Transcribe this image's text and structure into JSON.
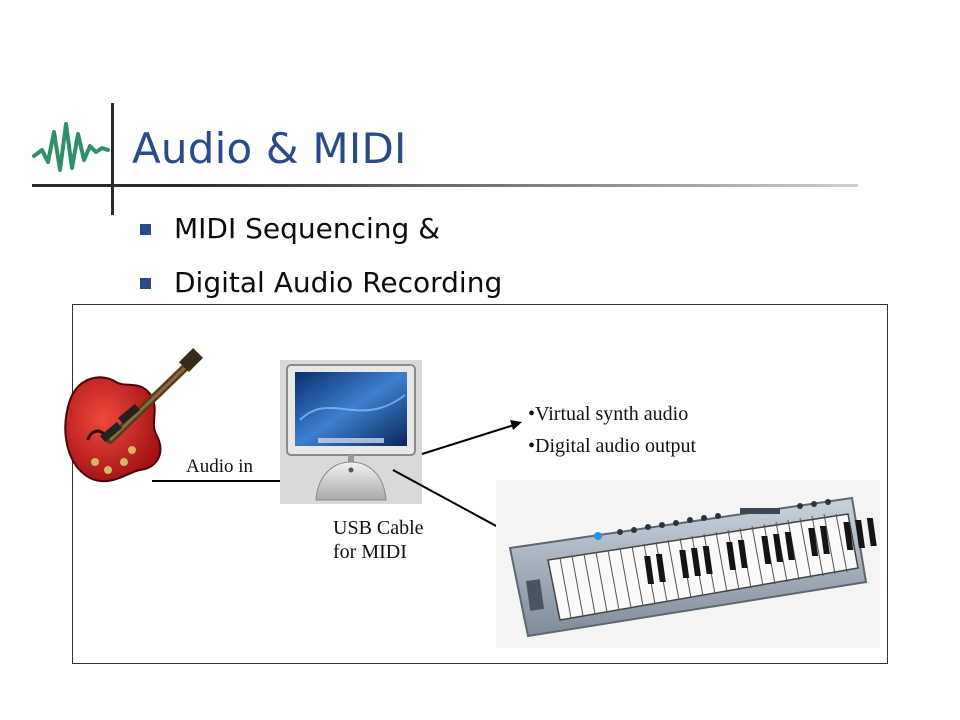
{
  "slide": {
    "title": "Audio & MIDI",
    "bullets": [
      "MIDI Sequencing &",
      "Digital Audio Recording"
    ]
  },
  "diagram": {
    "audio_in_label": "Audio in",
    "usb_label_line1": "USB Cable",
    "usb_label_line2": "for MIDI",
    "outputs": [
      "•Virtual synth audio",
      "•Digital audio output"
    ]
  },
  "colors": {
    "title": "#2a4a88",
    "bullet_marker": "#2a4a88",
    "logo_wave": "#2f8f6a",
    "guitar_body": "#c8151b"
  },
  "icons": [
    "audio-wave-logo-icon",
    "electric-guitar-icon",
    "imac-computer-icon",
    "midi-keyboard-icon"
  ]
}
